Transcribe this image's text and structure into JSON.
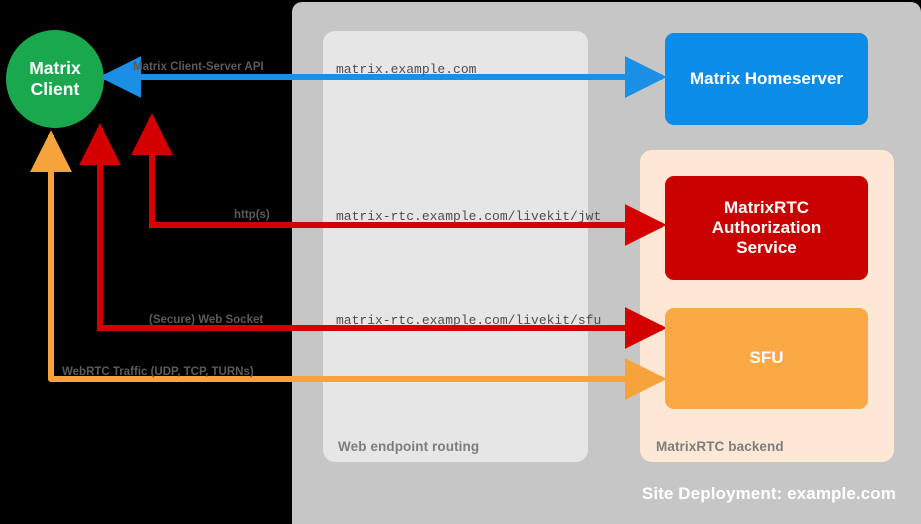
{
  "diagram": {
    "title": "Site Deployment: example.com",
    "colors": {
      "background": "#000000",
      "site_panel": "#c6c6c6",
      "web_panel": "#e6e6e6",
      "rtc_panel": "#fce8d5",
      "client": "#1aa84f",
      "homeserver": "#0c8ce9",
      "auth_service": "#c80000",
      "sfu": "#fba945",
      "blue_edge": "#1a8fe3",
      "red_edge": "#d40000",
      "orange_edge": "#f7a33c"
    }
  },
  "containers": {
    "site_label": "Site Deployment: example.com",
    "web_routing_label": "Web endpoint routing",
    "rtc_backend_label": "MatrixRTC backend"
  },
  "nodes": {
    "client": {
      "line1": "Matrix",
      "line2": "Client"
    },
    "homeserver": {
      "label": "Matrix Homeserver"
    },
    "auth_service": {
      "line1": "MatrixRTC",
      "line2": "Authorization",
      "line3": "Service"
    },
    "sfu": {
      "label": "SFU"
    }
  },
  "edges": [
    {
      "id": "cs-api",
      "protocol_label": "Matrix Client-Server API",
      "endpoint_label": "matrix.example.com",
      "color": "#1a8fe3",
      "direction": "bidirectional",
      "from": "Matrix Client",
      "to": "Matrix Homeserver"
    },
    {
      "id": "jwt",
      "protocol_label": "http(s)",
      "endpoint_label": "matrix-rtc.example.com/livekit/jwt",
      "color": "#d40000",
      "direction": "bidirectional",
      "from": "Matrix Client",
      "to": "MatrixRTC Authorization Service"
    },
    {
      "id": "sfu-ws",
      "protocol_label": "(Secure) Web Socket",
      "endpoint_label": "matrix-rtc.example.com/livekit/sfu",
      "color": "#d40000",
      "direction": "bidirectional",
      "from": "Matrix Client",
      "to": "SFU"
    },
    {
      "id": "webrtc",
      "protocol_label": "WebRTC Traffic (UDP, TCP, TURNs)",
      "endpoint_label": "",
      "color": "#f7a33c",
      "direction": "bidirectional",
      "from": "Matrix Client",
      "to": "SFU"
    }
  ]
}
